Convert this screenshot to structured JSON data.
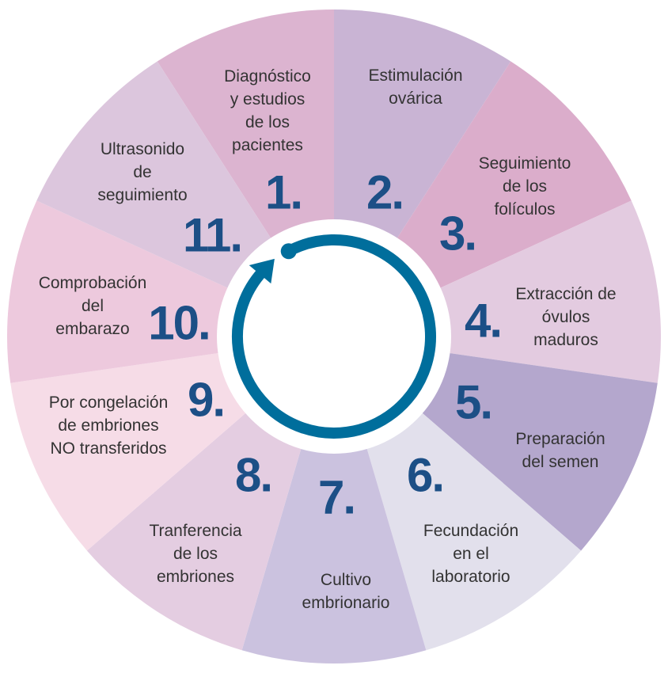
{
  "colors": {
    "number": "#1c4f86",
    "ring": "#006e9c",
    "text": "#333333"
  },
  "steps": [
    {
      "number": "1.",
      "lines": [
        "Diagnóstico",
        "y estudios",
        "de los",
        "pacientes"
      ],
      "color": "#dcb4d0"
    },
    {
      "number": "2.",
      "lines": [
        "Estimulación",
        "ovárica"
      ],
      "color": "#c9b4d4"
    },
    {
      "number": "3.",
      "lines": [
        "Seguimiento",
        "de los",
        "folículos"
      ],
      "color": "#dbadcb"
    },
    {
      "number": "4.",
      "lines": [
        "Extracción de",
        "óvulos",
        "maduros"
      ],
      "color": "#e3cbe0"
    },
    {
      "number": "5.",
      "lines": [
        "Preparación",
        "del semen"
      ],
      "color": "#b4a7cd"
    },
    {
      "number": "6.",
      "lines": [
        "Fecundación",
        "en el",
        "laboratorio"
      ],
      "color": "#e2e0ec"
    },
    {
      "number": "7.",
      "lines": [
        "Cultivo",
        "embrionario"
      ],
      "color": "#cbc2df"
    },
    {
      "number": "8.",
      "lines": [
        "Tranferencia",
        "de los",
        "embriones"
      ],
      "color": "#e4cde1"
    },
    {
      "number": "9.",
      "lines": [
        "Por congelación",
        "de embriones",
        "NO transferidos"
      ],
      "color": "#f6dce7"
    },
    {
      "number": "10.",
      "lines": [
        "Comprobación",
        "del",
        "embarazo"
      ],
      "color": "#edc9dd"
    },
    {
      "number": "11.",
      "lines": [
        "Ultrasonido",
        "de",
        "seguimiento"
      ],
      "color": "#dcc6dd"
    }
  ]
}
